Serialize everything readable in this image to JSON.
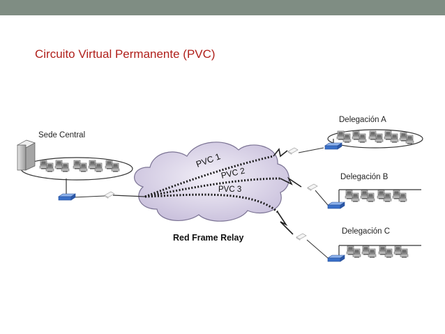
{
  "slide": {
    "title": "Circuito Virtual Permanente (PVC)"
  },
  "diagram": {
    "hq_label": "Sede Central",
    "network_label": "Red Frame Relay",
    "circuits": [
      "PVC 1",
      "PVC 2",
      "PVC 3"
    ],
    "branches": [
      "Delegación A",
      "Delegación B",
      "Delegación C"
    ]
  },
  "colors": {
    "top_bar": "#7f8d83",
    "title": "#b0201b",
    "cloud_fill": "#d7cfe6",
    "cloud_stroke": "#7b7394",
    "router": "#3a70c8"
  }
}
